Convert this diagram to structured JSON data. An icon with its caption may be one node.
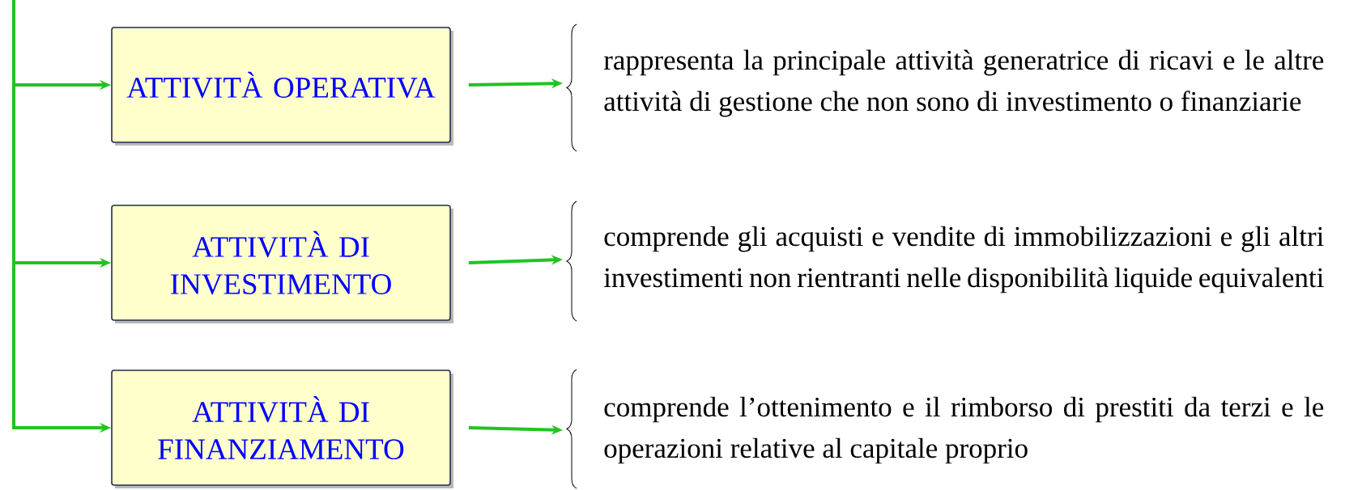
{
  "diagram": {
    "nodes": [
      {
        "text": [
          "ATTIVITÀ OPERATIVA"
        ]
      },
      {
        "text": [
          "rappresenta la principale attività generatrice di ricavi e le altre attività di gestione che non sono di investimento o finanziarie"
        ]
      },
      {
        "text": [
          "ATTIVITÀ DI INVESTIMENTO"
        ]
      },
      {
        "text": [
          "comprende gli acquisti e vendite di immobilizzazioni e gli altri investimenti non rientranti nelle disponibilità liquide equivalenti"
        ]
      },
      {
        "text": [
          "ATTIVITÀ DI FINANZIAMENTO"
        ]
      },
      {
        "text": [
          "comprende l’ottenimento e il rimborso di prestiti da terzi e le operazioni relative al capitale proprio"
        ]
      }
    ],
    "edges": [
      {
        "from": null,
        "to": 0,
        "arrow": "to"
      },
      {
        "from": null,
        "to": 2,
        "arrow": "to"
      },
      {
        "from": null,
        "to": 4,
        "arrow": "to"
      },
      {
        "from": 0,
        "to": 1,
        "arrow": "to"
      },
      {
        "from": 2,
        "to": 3,
        "arrow": "to"
      },
      {
        "from": 4,
        "to": 5,
        "arrow": "to"
      }
    ]
  }
}
